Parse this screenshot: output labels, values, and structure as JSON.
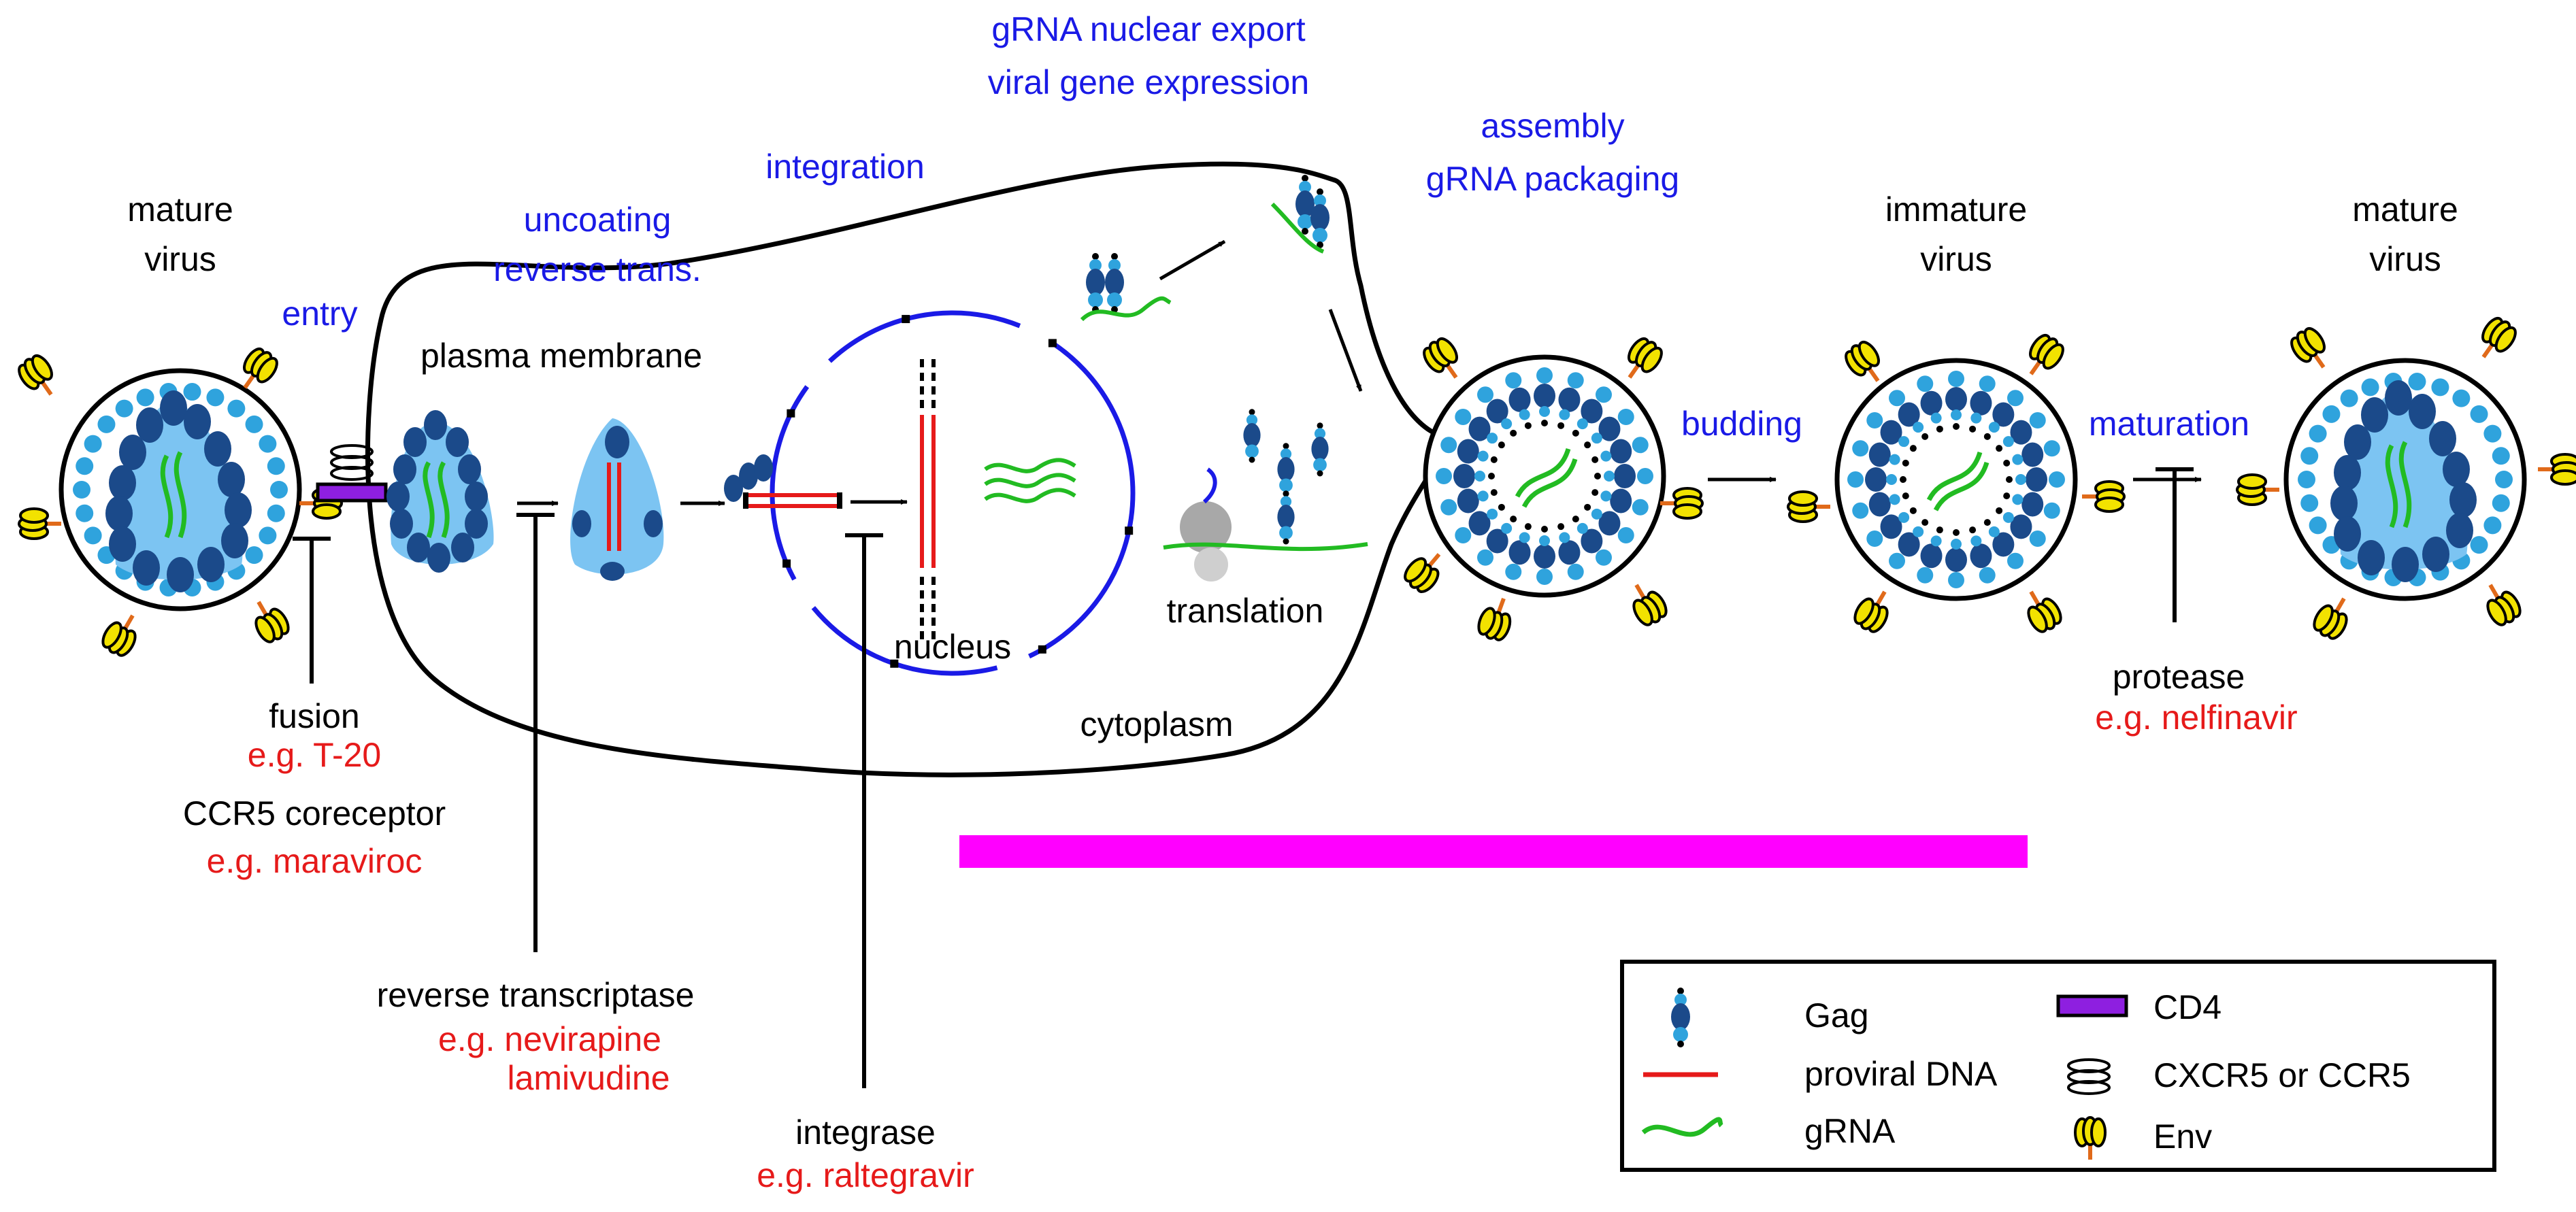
{
  "colors": {
    "stage": "#1a1ae6",
    "drug": "#e61a1a",
    "text": "#000000",
    "membrane": "#000000",
    "nuclear_envelope": "#1a1ae6",
    "proviral_dna": "#e61a1a",
    "grna": "#22bb22",
    "gag_dark": "#1b4a8a",
    "gag_light": "#2fa3dd",
    "capsid": "#7cc4f2",
    "cd4": "#8e1fe0",
    "env": "#f2e200",
    "ribosome": "#a8a8a8",
    "bar": "#ff00ff"
  },
  "stages": {
    "entry": "entry",
    "uncoating_1": "uncoating",
    "uncoating_2": "reverse trans.",
    "integration": "integration",
    "export_1": "gRNA nuclear export",
    "export_2": "viral gene expression",
    "assembly_1": "assembly",
    "assembly_2": "gRNA packaging",
    "budding": "budding",
    "maturation": "maturation"
  },
  "labels": {
    "mature_virus_left_1": "mature",
    "mature_virus_left_2": "virus",
    "immature_virus_1": "immature",
    "immature_virus_2": "virus",
    "mature_virus_right_1": "mature",
    "mature_virus_right_2": "virus",
    "plasma_membrane": "plasma membrane",
    "nucleus": "nucleus",
    "translation": "translation",
    "cytoplasm": "cytoplasm"
  },
  "inhibitors": {
    "fusion": "fusion",
    "fusion_drug": "e.g. T-20",
    "coreceptor": "CCR5 coreceptor",
    "coreceptor_drug": "e.g. maraviroc",
    "rt": "reverse transcriptase",
    "rt_drug_1": "e.g. nevirapine",
    "rt_drug_2": "lamivudine",
    "integrase": "integrase",
    "integrase_drug": "e.g. raltegravir",
    "protease": "protease",
    "protease_drug": "e.g. nelfinavir"
  },
  "legend": {
    "gag": "Gag",
    "proviral_dna": "proviral DNA",
    "grna": "gRNA",
    "cd4": "CD4",
    "receptor": "CXCR5 or CCR5",
    "env": "Env"
  }
}
